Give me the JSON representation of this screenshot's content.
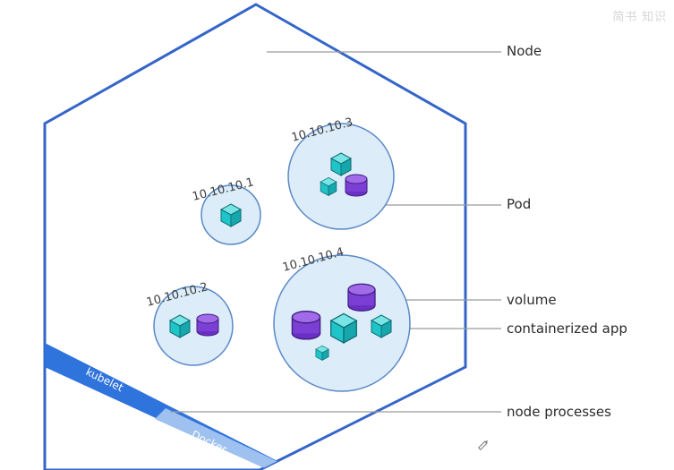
{
  "labels": {
    "node": "Node",
    "pod": "Pod",
    "volume": "volume",
    "containerized_app": "containerized app",
    "node_processes": "node processes"
  },
  "pods": [
    {
      "id": "pod-a",
      "ip": "10.10.10.1"
    },
    {
      "id": "pod-b",
      "ip": "10.10.10.2"
    },
    {
      "id": "pod-c",
      "ip": "10.10.10.3"
    },
    {
      "id": "pod-d",
      "ip": "10.10.10.4"
    }
  ],
  "processes": {
    "kubelet": "kubelet",
    "docker": "Docker"
  },
  "watermark": "简书 知识",
  "colors": {
    "node_border": "#3465c9",
    "band_kubelet": "#2f73dc",
    "band_docker": "#9ec1ef",
    "pod_fill": "#dcecf8",
    "pod_stroke": "#5a88c8",
    "container": "#1fc4c8",
    "volume": "#7b3fd6"
  }
}
